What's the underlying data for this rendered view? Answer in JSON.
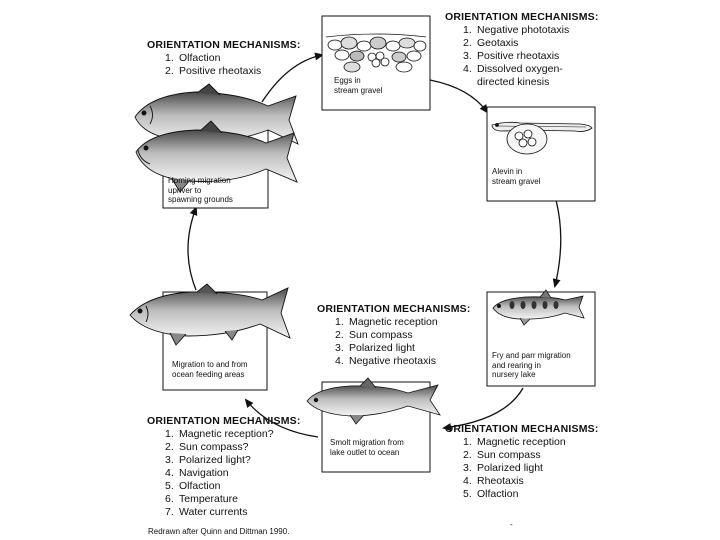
{
  "stages": [
    {
      "id": "eggs",
      "caption": [
        "Eggs in",
        "stream gravel"
      ]
    },
    {
      "id": "alevin",
      "caption": [
        "Alevin in",
        "stream gravel"
      ]
    },
    {
      "id": "fry",
      "caption": [
        "Fry and parr migration",
        "and rearing in",
        "nursery lake"
      ]
    },
    {
      "id": "smolt",
      "caption": [
        "Smolt migration from",
        "lake outlet to ocean"
      ]
    },
    {
      "id": "ocean",
      "caption": [
        "Migration to and from",
        "ocean feeding areas"
      ]
    },
    {
      "id": "homing",
      "caption": [
        "Homing migration",
        "upriver to",
        "spawning grounds"
      ]
    }
  ],
  "mechanisms": [
    {
      "id": "homing",
      "heading": "ORIENTATION MECHANISMS:",
      "items": [
        "Olfaction",
        "Positive rheotaxis"
      ]
    },
    {
      "id": "eggs-alevin",
      "heading": "ORIENTATION MECHANISMS:",
      "items": [
        "Negative phototaxis",
        "Geotaxis",
        "Positive rheotaxis",
        "Dissolved oxygen-directed kinesis"
      ]
    },
    {
      "id": "smolt",
      "heading": "ORIENTATION MECHANISMS:",
      "items": [
        "Magnetic reception",
        "Sun compass",
        "Polarized light",
        "Negative rheotaxis"
      ]
    },
    {
      "id": "ocean",
      "heading": "ORIENTATION MECHANISMS:",
      "items": [
        "Magnetic reception?",
        "Sun compass?",
        "Polarized light?",
        "Navigation",
        "Olfaction",
        "Temperature",
        "Water currents"
      ]
    },
    {
      "id": "fry",
      "heading": "ORIENTATION MECHANISMS:",
      "items": [
        "Magnetic reception",
        "Sun compass",
        "Polarized light",
        "Rheotaxis",
        "Olfaction"
      ]
    }
  ],
  "credit": "Redrawn after Quinn and Dittman 1990.",
  "stray_mark": "-"
}
